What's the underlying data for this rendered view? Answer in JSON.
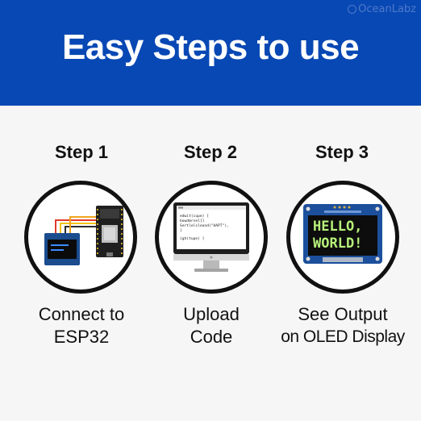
{
  "banner": {
    "title": "Easy Steps to use",
    "watermark": "OceanLabz",
    "color": "#0848b4"
  },
  "steps": [
    {
      "title": "Step 1",
      "caption_line1": "Connect to",
      "caption_line2": "ESP32",
      "icon": "wiring-diagram-icon"
    },
    {
      "title": "Step 2",
      "caption_line1": "Upload",
      "caption_line2": "Code",
      "icon": "monitor-code-icon",
      "code_lines": [
        "edwit(cupe) [",
        "  bowdmrsel]]",
        "  Sertlelsleond(\"HAPT\"),",
        "]",
        "igh(tupe) ]"
      ]
    },
    {
      "title": "Step 3",
      "caption_line1": "See Output",
      "caption_line2": "on OLED Display",
      "icon": "oled-display-icon",
      "display_line1": "HELLO,",
      "display_line2": "WORLD!"
    }
  ]
}
